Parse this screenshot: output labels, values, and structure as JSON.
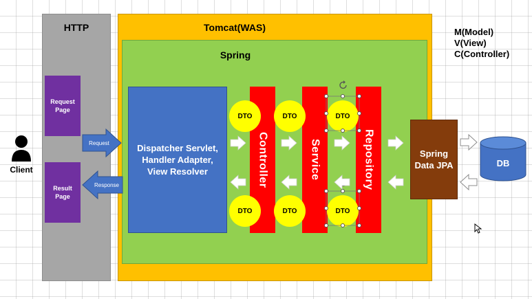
{
  "labels": {
    "http": "HTTP",
    "tomcat": "Tomcat(WAS)",
    "spring": "Spring",
    "request_page": "Request Page",
    "result_page": "Result Page",
    "request": "Request",
    "response": "Response",
    "client": "Client",
    "dispatcher": "Dispatcher Servlet, Handler Adapter, View Resolver",
    "controller": "Controller",
    "service": "Service",
    "repository": "Repository",
    "spring_data_jpa": "Spring Data JPA",
    "db": "DB",
    "dto": "DTO",
    "mvc_model": "M(Model)",
    "mvc_view": "V(View)",
    "mvc_controller": "C(Controller)"
  },
  "colors": {
    "http_box": "#a6a6a6",
    "tomcat_box": "#ffc000",
    "spring_box": "#92d050",
    "page_box": "#7030a0",
    "dispatcher_box": "#4472c4",
    "layer_box": "#ff0000",
    "jpa_box": "#843c0c",
    "db": "#4472c4",
    "dto": "#ffff00"
  },
  "icons": [
    "person-icon",
    "arrow-right-icon",
    "arrow-left-icon",
    "rotate-handle-icon",
    "mouse-cursor-icon"
  ]
}
